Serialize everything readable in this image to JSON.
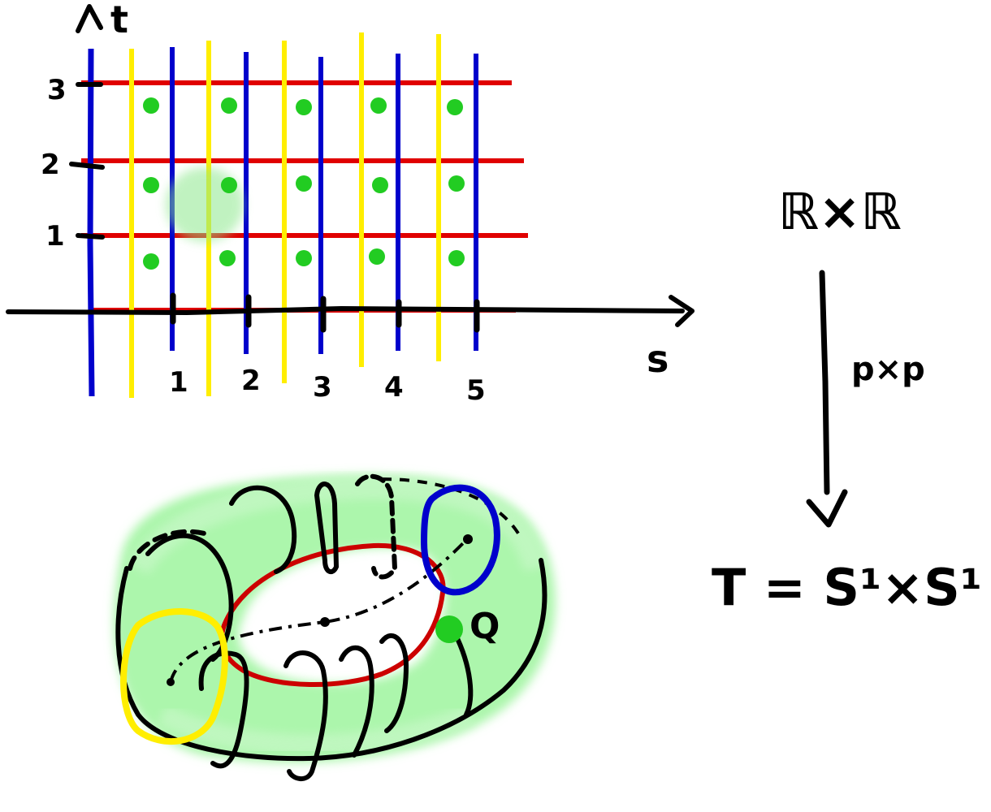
{
  "plane": {
    "axis_t_label": "t",
    "axis_s_label": "s",
    "s_ticks": [
      "1",
      "2",
      "3",
      "4",
      "5"
    ],
    "t_ticks": [
      "1",
      "2",
      "3"
    ]
  },
  "mapping": {
    "top_label": "ℝ×ℝ",
    "arrow_label": "p×p",
    "bottom_label": "T = S¹×S¹"
  },
  "torus": {
    "point_label": "Q"
  },
  "colors": {
    "red_line": "#e00000",
    "blue_line": "#0000cc",
    "yellow_line": "#ffee00",
    "green_dot": "#22cc22",
    "torus_glow": "#9ef59e",
    "torus_red": "#cc0000",
    "ink": "#000000"
  }
}
